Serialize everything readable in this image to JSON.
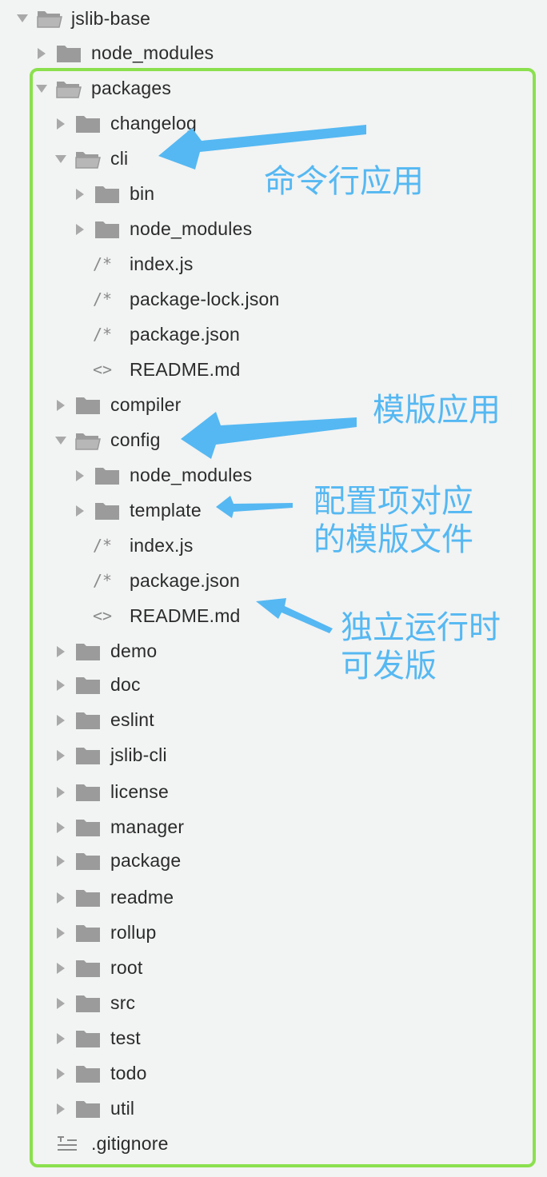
{
  "tree": {
    "root": {
      "label": "jslib-base"
    },
    "items": [
      {
        "label": "node_modules",
        "kind": "folder"
      },
      {
        "label": "packages",
        "kind": "folder-open"
      },
      {
        "label": "changelog",
        "kind": "folder"
      },
      {
        "label": "cli",
        "kind": "folder-open"
      },
      {
        "label": "bin",
        "kind": "folder"
      },
      {
        "label": "node_modules",
        "kind": "folder"
      },
      {
        "label": "index.js",
        "kind": "file-js",
        "glyph": "/*"
      },
      {
        "label": "package-lock.json",
        "kind": "file-js",
        "glyph": "/*"
      },
      {
        "label": "package.json",
        "kind": "file-js",
        "glyph": "/*"
      },
      {
        "label": "README.md",
        "kind": "file-md",
        "glyph": "<>"
      },
      {
        "label": "compiler",
        "kind": "folder"
      },
      {
        "label": "config",
        "kind": "folder-open"
      },
      {
        "label": "node_modules",
        "kind": "folder"
      },
      {
        "label": "template",
        "kind": "folder"
      },
      {
        "label": "index.js",
        "kind": "file-js",
        "glyph": "/*"
      },
      {
        "label": "package.json",
        "kind": "file-js",
        "glyph": "/*"
      },
      {
        "label": "README.md",
        "kind": "file-md",
        "glyph": "<>"
      },
      {
        "label": "demo",
        "kind": "folder"
      },
      {
        "label": "doc",
        "kind": "folder"
      },
      {
        "label": "eslint",
        "kind": "folder"
      },
      {
        "label": "jslib-cli",
        "kind": "folder"
      },
      {
        "label": "license",
        "kind": "folder"
      },
      {
        "label": "manager",
        "kind": "folder"
      },
      {
        "label": "package",
        "kind": "folder"
      },
      {
        "label": "readme",
        "kind": "folder"
      },
      {
        "label": "rollup",
        "kind": "folder"
      },
      {
        "label": "root",
        "kind": "folder"
      },
      {
        "label": "src",
        "kind": "folder"
      },
      {
        "label": "test",
        "kind": "folder"
      },
      {
        "label": "todo",
        "kind": "folder"
      },
      {
        "label": "util",
        "kind": "folder"
      },
      {
        "label": ".gitignore",
        "kind": "file-text"
      }
    ]
  },
  "annotations": {
    "cli_note": "命令行应用",
    "compiler_note": "模版应用",
    "template_note_1": "配置项对应",
    "template_note_2": "的模版文件",
    "package_note_1": "独立运行时",
    "package_note_2": "可发版"
  },
  "colors": {
    "highlight_frame": "#8be04e",
    "annotation": "#55b8f2",
    "folder": "#9b9b9b"
  }
}
